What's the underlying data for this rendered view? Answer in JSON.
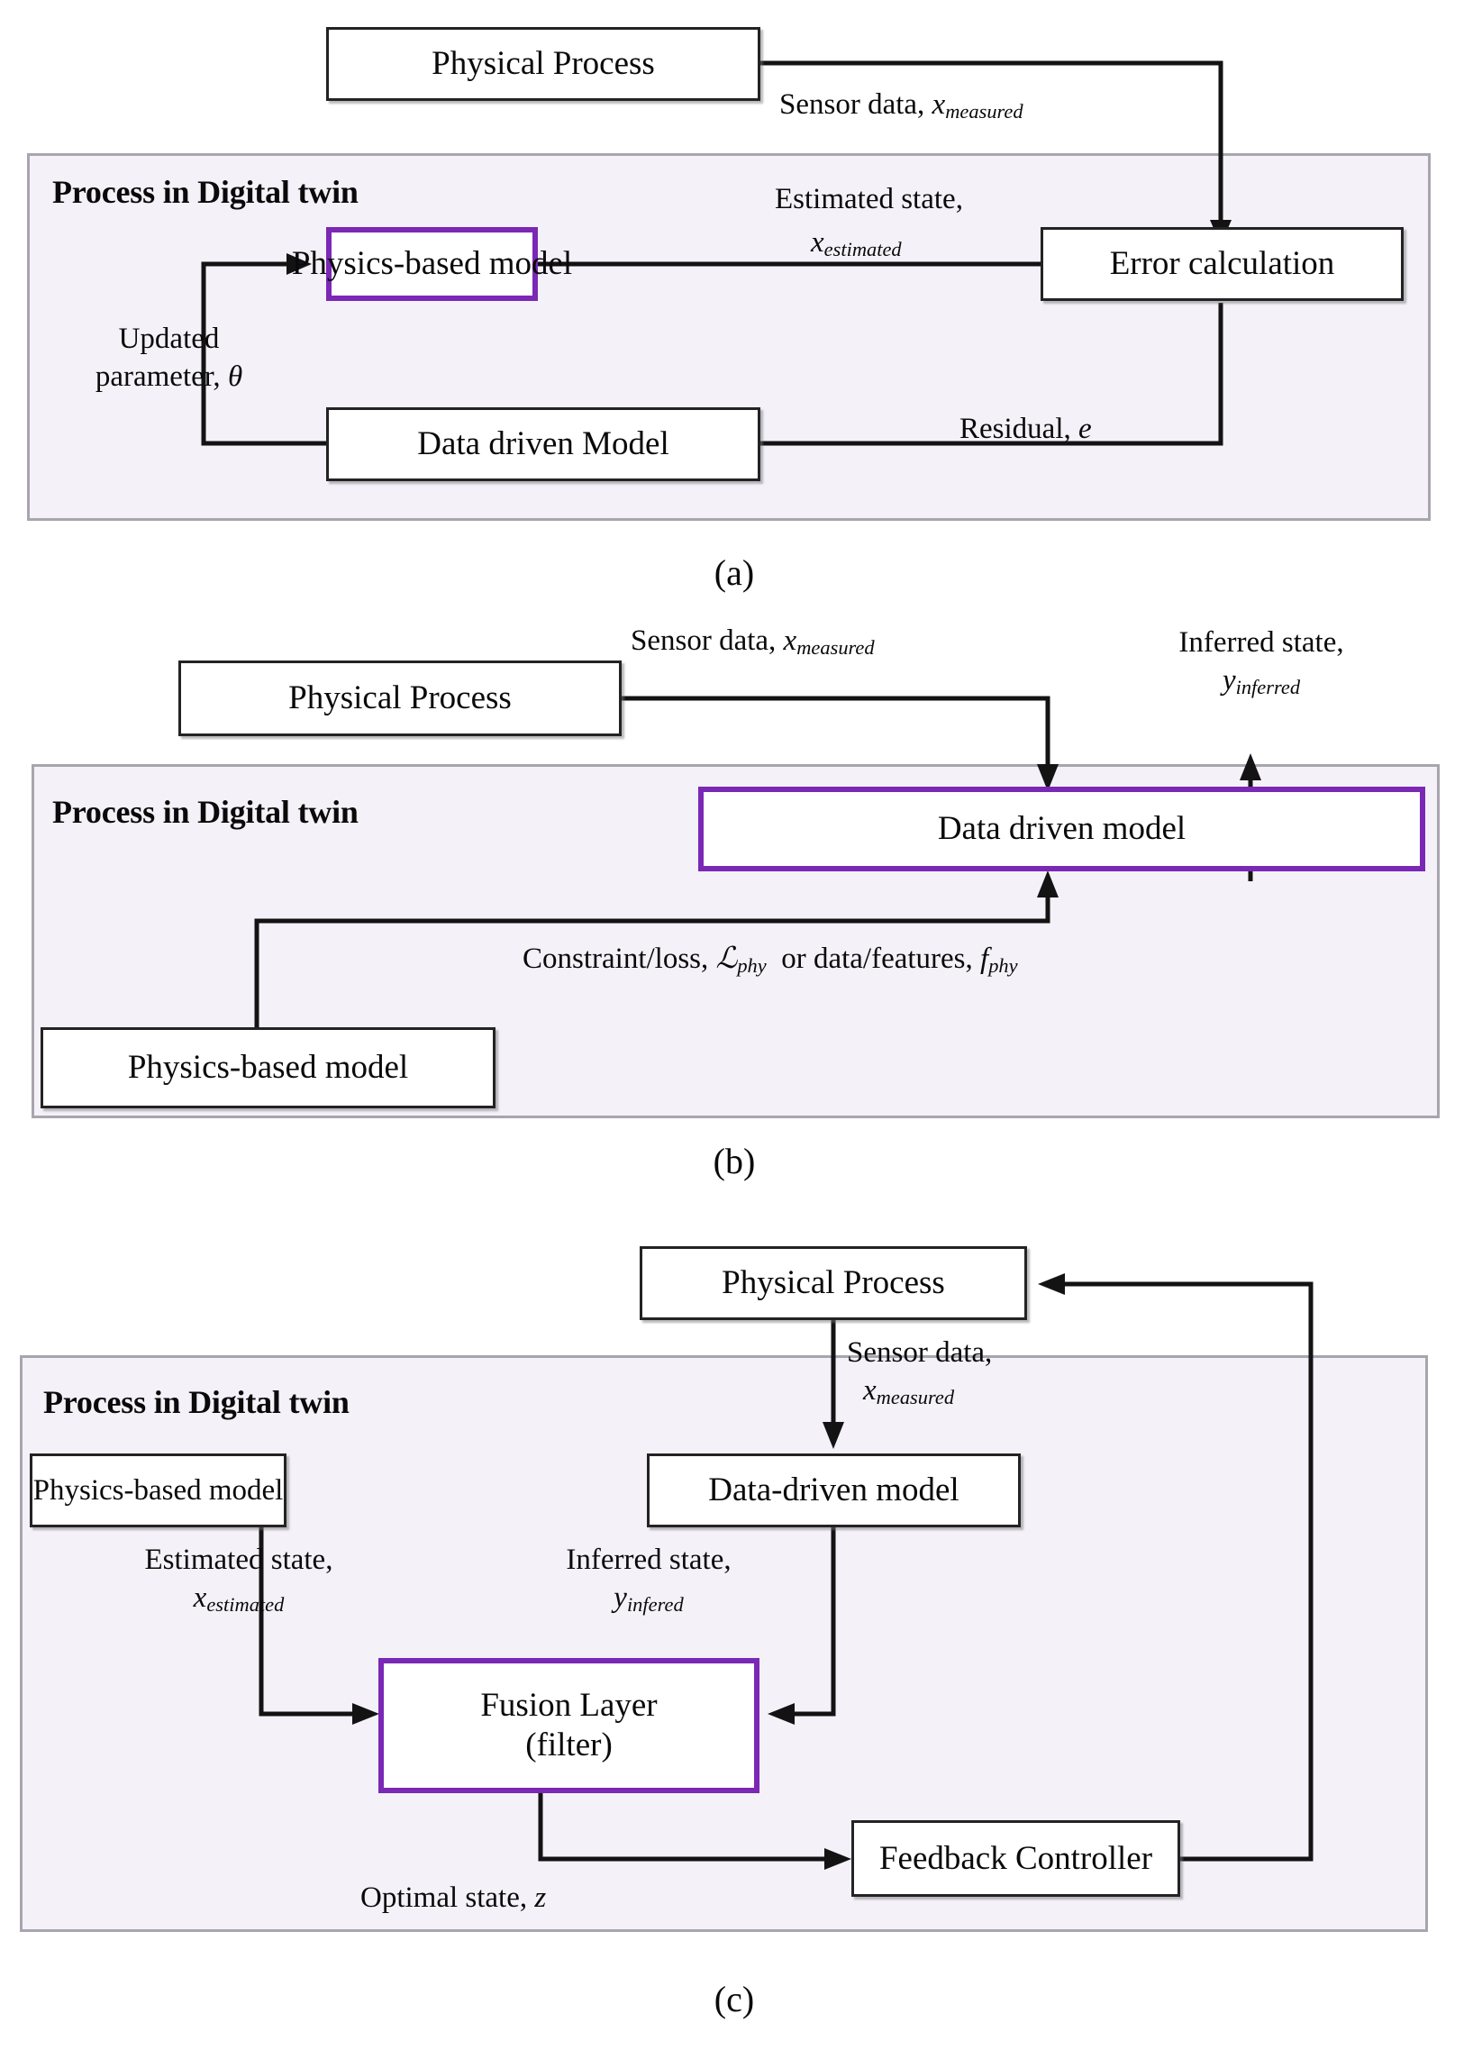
{
  "figure": {
    "type": "diagram",
    "description": "Three block-diagram panels showing physics-based and data-driven model integration strategies in a digital twin"
  },
  "panel_a": {
    "caption": "(a)",
    "container_title": "Process in Digital twin",
    "boxes": {
      "physical_process": "Physical Process",
      "physics_model": "Physics-based model",
      "error_calc": "Error calculation",
      "data_model": "Data driven Model"
    },
    "labels": {
      "sensor_data": "Sensor data,",
      "sensor_data_var": "x",
      "sensor_data_sub": "measured",
      "estimated_state": "Estimated state,",
      "estimated_state_var": "x",
      "estimated_state_sub": "estimated",
      "residual": "Residual,",
      "residual_var": "e",
      "updated_line1": "Updated",
      "updated_line2": "parameter,",
      "updated_var": "θ"
    }
  },
  "panel_b": {
    "caption": "(b)",
    "container_title": "Process in Digital twin",
    "boxes": {
      "physical_process": "Physical Process",
      "data_model": "Data driven model",
      "physics_model": "Physics-based model"
    },
    "labels": {
      "sensor_data": "Sensor data,",
      "sensor_data_var": "x",
      "sensor_data_sub": "measured",
      "inferred_state": "Inferred state,",
      "inferred_state_var": "y",
      "inferred_state_sub": "inferred",
      "constraint_pre": "Constraint/loss,",
      "constraint_var": "ℒ",
      "constraint_sub": "phy",
      "constraint_mid": "or data/features,",
      "constraint_var2": "f",
      "constraint_sub2": "phy"
    }
  },
  "panel_c": {
    "caption": "(c)",
    "container_title": "Process in Digital twin",
    "boxes": {
      "physical_process": "Physical Process",
      "physics_model": "Physics-based model",
      "data_model": "Data-driven model",
      "fusion_line1": "Fusion Layer",
      "fusion_line2": "(filter)",
      "feedback": "Feedback Controller"
    },
    "labels": {
      "sensor_data": "Sensor data,",
      "sensor_data_var": "x",
      "sensor_data_sub": "measured",
      "estimated_state": "Estimated state,",
      "estimated_state_var": "x",
      "estimated_state_sub": "estimated",
      "inferred_state": "Inferred state,",
      "inferred_state_var": "y",
      "inferred_state_sub": "infered",
      "optimal_state": "Optimal state,",
      "optimal_state_var": "z"
    }
  },
  "colors": {
    "accent_purple": "#7a28b5",
    "container_fill": "#f4f1f9",
    "container_border": "#a8a5ae",
    "box_border": "#232323",
    "wire": "#131313"
  }
}
